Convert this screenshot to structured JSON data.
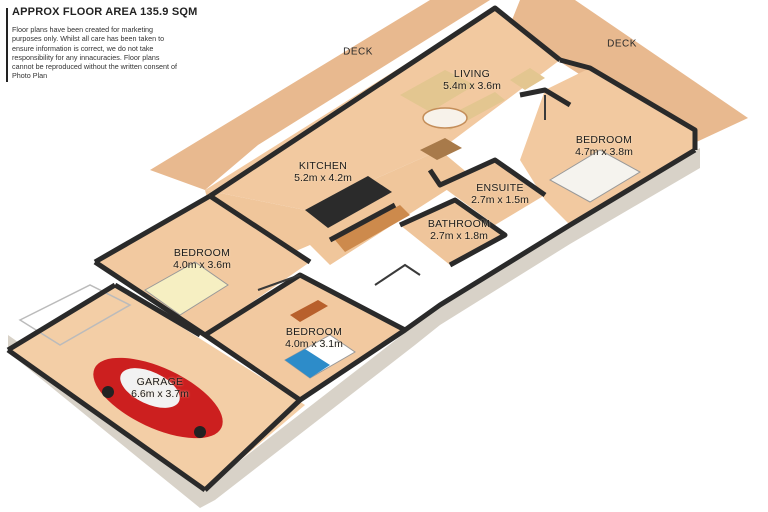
{
  "header": {
    "title": "APPROX FLOOR AREA 135.9 SQM",
    "disclaimer": "Floor plans have been created for marketing purposes only. Whilst all care has been taken to ensure information is correct, we do not take responsibility for any innacuracies. Floor plans cannot be reproduced without the written consent of Photo Plan"
  },
  "decks": [
    {
      "id": "deck-left",
      "label": "DECK"
    },
    {
      "id": "deck-right",
      "label": "DECK"
    }
  ],
  "rooms": {
    "living": {
      "name": "LIVING",
      "size": "5.4m x 3.6m"
    },
    "kitchen": {
      "name": "KITCHEN",
      "size": "5.2m x 4.2m"
    },
    "bedroom_east": {
      "name": "BEDROOM",
      "size": "4.7m x 3.8m"
    },
    "ensuite": {
      "name": "ENSUITE",
      "size": "2.7m x 1.5m"
    },
    "bathroom": {
      "name": "BATHROOM",
      "size": "2.7m x 1.8m"
    },
    "bedroom_west": {
      "name": "BEDROOM",
      "size": "4.0m x 3.6m"
    },
    "bedroom_south": {
      "name": "BEDROOM",
      "size": "4.0m x 3.1m"
    },
    "garage": {
      "name": "GARAGE",
      "size": "6.6m x 3.7m"
    }
  },
  "colors": {
    "deck": "#e8b98f",
    "floor": "#f2c9a0",
    "wall_top": "#2a2a2a",
    "wall_side": "#cfc9c0",
    "car": "#cc1f1f"
  }
}
